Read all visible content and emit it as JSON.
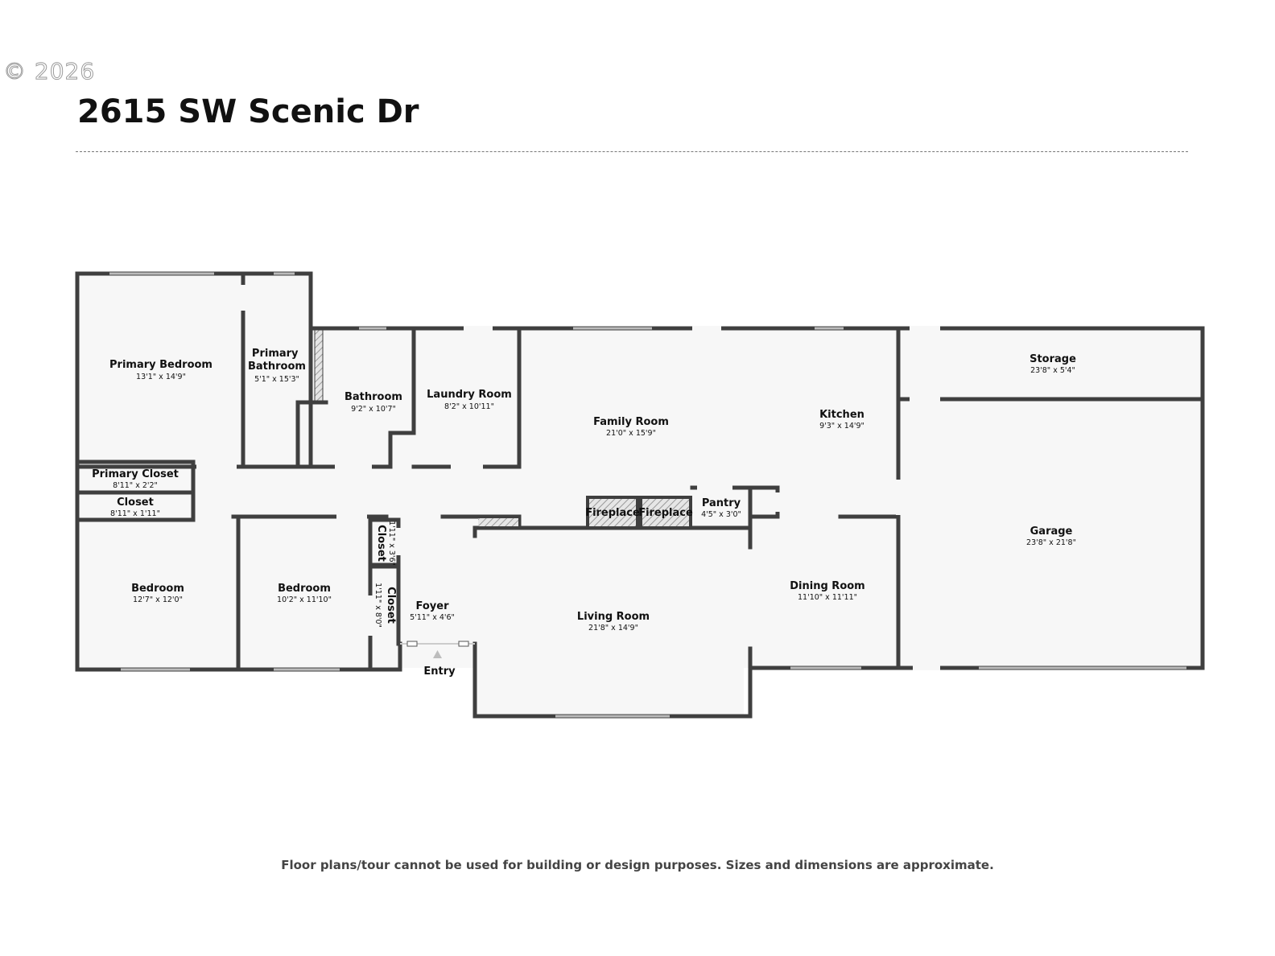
{
  "watermark": "© 2026",
  "title": "2615 SW Scenic Dr",
  "disclaimer": "Floor plans/tour cannot be used for building or design purposes. Sizes and dimensions are approximate.",
  "entry_label": "Entry",
  "rooms": [
    {
      "name": "Primary Bedroom",
      "dims": "13'1\" x 14'9\""
    },
    {
      "name": "Primary Bathroom",
      "dims": "5'1\" x 15'3\""
    },
    {
      "name": "Bathroom",
      "dims": "9'2\" x 10'7\""
    },
    {
      "name": "Laundry Room",
      "dims": "8'2\" x 10'11\""
    },
    {
      "name": "Family Room",
      "dims": "21'0\" x 15'9\""
    },
    {
      "name": "Kitchen",
      "dims": "9'3\" x 14'9\""
    },
    {
      "name": "Storage",
      "dims": "23'8\" x 5'4\""
    },
    {
      "name": "Garage",
      "dims": "23'8\" x 21'8\""
    },
    {
      "name": "Primary Closet",
      "dims": "8'11\" x 2'2\""
    },
    {
      "name": "Closet",
      "dims": "8'11\" x 1'11\""
    },
    {
      "name": "Bedroom",
      "dims": "12'7\" x 12'0\""
    },
    {
      "name": "Bedroom",
      "dims": "10'2\" x 11'10\""
    },
    {
      "name": "Closet",
      "dims": "1'11\" x 3'6\""
    },
    {
      "name": "Closet",
      "dims": "1'11\" x 8'0\""
    },
    {
      "name": "Foyer",
      "dims": "5'11\" x 4'6\""
    },
    {
      "name": "Living Room",
      "dims": "21'8\" x 14'9\""
    },
    {
      "name": "Dining Room",
      "dims": "11'10\" x 11'11\""
    },
    {
      "name": "Pantry",
      "dims": "4'5\" x 3'0\""
    }
  ],
  "fixtures": [
    {
      "name": "Fireplace"
    },
    {
      "name": "Fireplace"
    }
  ]
}
